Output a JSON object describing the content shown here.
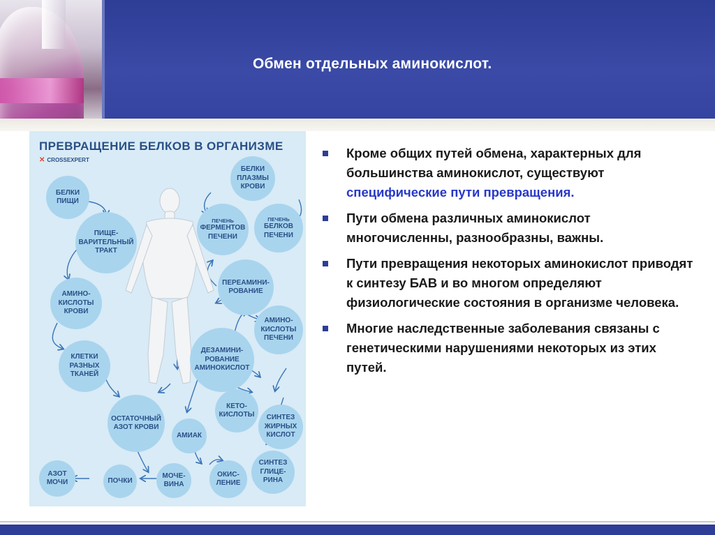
{
  "slide": {
    "title": "Обмен отдельных аминокислот."
  },
  "infographic": {
    "title": "ПРЕВРАЩЕНИЕ БЕЛКОВ В ОРГАНИЗМЕ",
    "brand": "CROSSEXPERT",
    "nodes": {
      "food_proteins": "БЕЛКИ\nПИЩИ",
      "digestive": "ПИЩЕ-\nВАРИТЕЛЬНЫЙ\nТРАКТ",
      "plasma_proteins": "БЕЛКИ\nПЛАЗМЫ\nКРОВИ",
      "liver_enzymes_top": "ПЕЧЕНЬ",
      "liver_enzymes": "ФЕРМЕНТОВ\nПЕЧЕНИ",
      "liver_proteins_top": "ПЕЧЕНЬ",
      "liver_proteins": "БЕЛКОВ\nПЕЧЕНИ",
      "blood_aa": "АМИНО-\nКИСЛОТЫ\nКРОВИ",
      "transamination": "ПЕРЕАМИНИ-\nРОВАНИЕ",
      "cells": "КЛЕТКИ\nРАЗНЫХ\nТКАНЕЙ",
      "liver_aa": "АМИНО-\nКИСЛОТЫ\nПЕЧЕНИ",
      "deamination": "ДЕЗАМИНИ-\nРОВАНИЕ\nАМИНОКИСЛОТ",
      "residual_n": "ОСТАТОЧНЫЙ\nАЗОТ КРОВИ",
      "keto": "КЕТО-\nКИСЛОТЫ",
      "fatty": "СИНТЕЗ\nЖИРНЫХ\nКИСЛОТ",
      "ammonia": "АМИАК",
      "glycerin": "СИНТЕЗ\nГЛИЦЕ-\nРИНА",
      "urine_n": "АЗОТ\nМОЧИ",
      "kidneys": "ПОЧКИ",
      "urea": "МОЧЕ-\nВИНА",
      "oxidation": "ОКИС-\nЛЕНИЕ"
    }
  },
  "bullets": [
    {
      "text_before": "Кроме общих путей обмена, характерных для большинства аминокислот, существуют ",
      "highlight": "специфические пути превращения.",
      "text_after": ""
    },
    {
      "text_before": "Пути обмена различных аминокислот многочисленны, разнообразны, важны.",
      "highlight": "",
      "text_after": ""
    },
    {
      "text_before": "Пути превращения некоторых аминокислот  приводят к синтезу БАВ и во многом определяют физиологические состояния в организме человека.",
      "highlight": "",
      "text_after": ""
    },
    {
      "text_before": "Многие наследственные заболевания связаны с генетическими нарушениями некоторых из этих путей.",
      "highlight": "",
      "text_after": ""
    }
  ],
  "colors": {
    "header": "#2e3d96",
    "highlight": "#2838c8",
    "node_fill": "#a9d4ee",
    "node_text": "#2a4f86"
  }
}
